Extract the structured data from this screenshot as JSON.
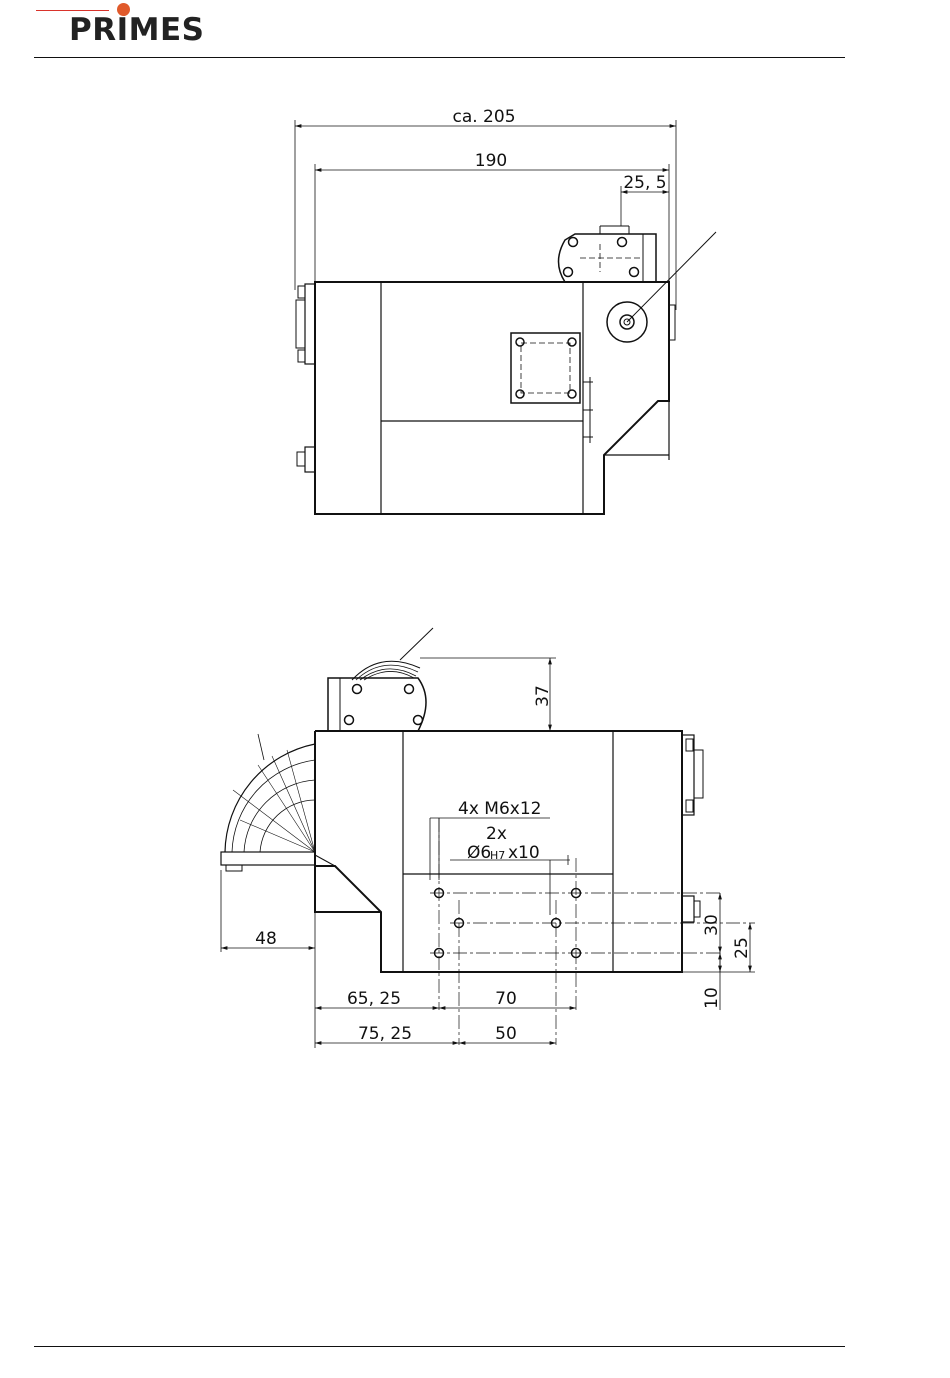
{
  "header": {
    "logo_text": "PRIMES",
    "brand_color": "#e05a2b",
    "text_color": "#222222"
  },
  "top_view": {
    "dim_overall": "ca. 205",
    "dim_width": "190",
    "dim_offset": "25, 5"
  },
  "bottom_view": {
    "dim_height": "37",
    "note_thread": "4x  M6x12",
    "note_count": "2x",
    "note_pin": "Ø6",
    "note_tolerance": "H7",
    "note_pin_depth": "x10",
    "dim_side": "48",
    "dim_hole_x1": "65, 25",
    "dim_hole_span1": "70",
    "dim_hole_x2": "75, 25",
    "dim_hole_span2": "50",
    "dim_vert_30": "30",
    "dim_vert_25": "25",
    "dim_vert_10": "10"
  }
}
